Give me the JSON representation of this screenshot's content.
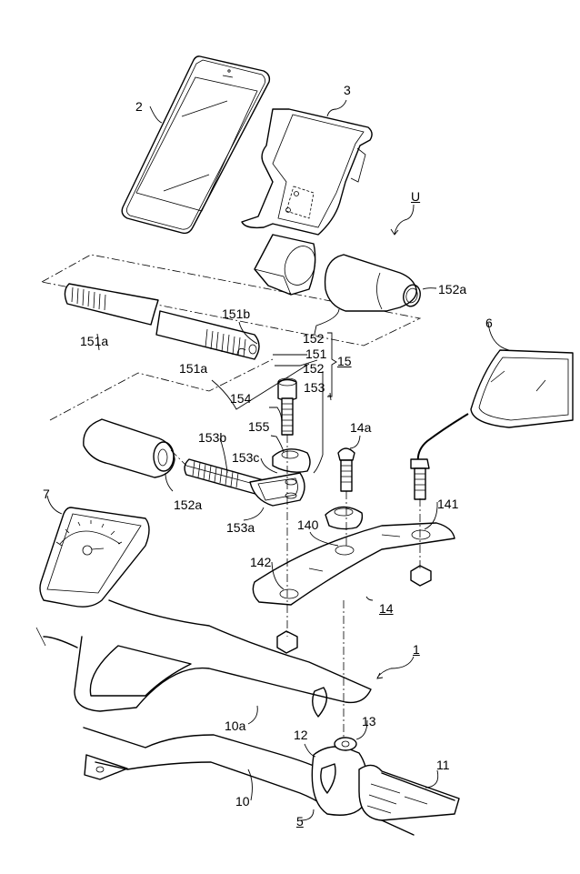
{
  "figure": {
    "type": "patent exploded-view drawing",
    "subject": "handlebar-mounted smartphone holder assembly"
  },
  "labels": {
    "l2": "2",
    "l3": "3",
    "lU": "U",
    "l152a_top": "152a",
    "l151a_left": "151a",
    "l151b": "151b",
    "l151a_right": "151a",
    "l152_a": "152",
    "l151": "151",
    "l152_b": "152",
    "l153": "153",
    "l15": "15",
    "l6": "6",
    "l154": "154",
    "l155": "155",
    "l14a": "14a",
    "l153b": "153b",
    "l153c": "153c",
    "l152a_low": "152a",
    "l153a": "153a",
    "l7": "7",
    "l140": "140",
    "l141": "141",
    "l142": "142",
    "l14": "14",
    "l1": "1",
    "l10a": "10a",
    "l12": "12",
    "l13": "13",
    "l11": "11",
    "l10": "10",
    "l5": "5"
  },
  "parts": [
    {
      "ref": "2",
      "name": "smartphone"
    },
    {
      "ref": "3",
      "name": "phone holder"
    },
    {
      "ref": "U",
      "name": "holder unit"
    },
    {
      "ref": "15",
      "name": "support bar assembly",
      "members": [
        "151",
        "152",
        "152",
        "153"
      ]
    },
    {
      "ref": "151",
      "name": "threaded rod",
      "features": [
        "151a",
        "151b"
      ]
    },
    {
      "ref": "152",
      "name": "end sleeve",
      "features": [
        "152a"
      ]
    },
    {
      "ref": "153",
      "name": "eye bolt",
      "features": [
        "153a",
        "153b",
        "153c"
      ]
    },
    {
      "ref": "154",
      "name": "cap screw"
    },
    {
      "ref": "155",
      "name": "toothed washer"
    },
    {
      "ref": "14",
      "name": "mounting plate",
      "features": [
        "14a",
        "140",
        "141",
        "142"
      ]
    },
    {
      "ref": "6",
      "name": "mirror"
    },
    {
      "ref": "7",
      "name": "meter"
    },
    {
      "ref": "1",
      "name": "handlebar assembly"
    },
    {
      "ref": "10",
      "name": "handlebar"
    },
    {
      "ref": "10a",
      "name": "handlebar cover"
    },
    {
      "ref": "11",
      "name": "grip"
    },
    {
      "ref": "12",
      "name": "switch housing"
    },
    {
      "ref": "13",
      "name": "mounting boss"
    },
    {
      "ref": "5",
      "name": "switch"
    }
  ]
}
